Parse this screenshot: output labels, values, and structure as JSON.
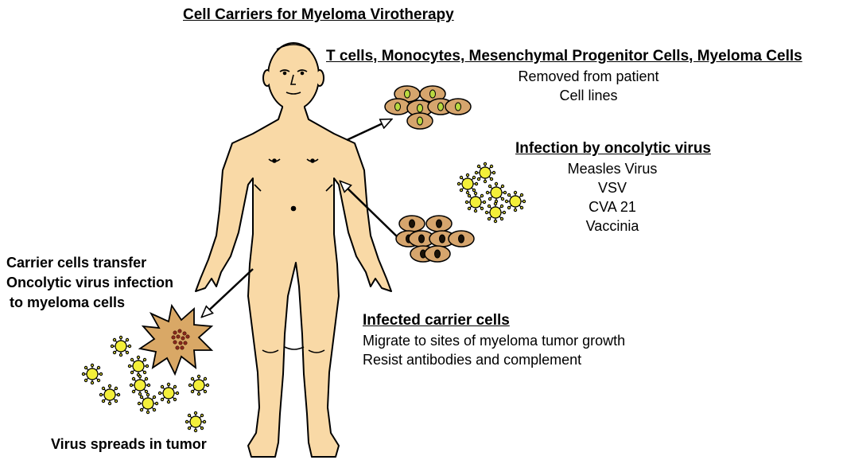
{
  "title": "Cell Carriers for Myeloma Virotherapy",
  "carrier_types": {
    "heading": "T cells, Monocytes, Mesenchymal Progenitor Cells, Myeloma Cells",
    "lines": [
      "Removed from patient",
      "Cell lines"
    ]
  },
  "infection": {
    "heading": "Infection by oncolytic virus",
    "viruses": [
      "Measles Virus",
      "VSV",
      "CVA 21",
      "Vaccinia"
    ]
  },
  "infected_carriers": {
    "heading": "Infected carrier cells",
    "lines": [
      "Migrate to sites of myeloma tumor growth",
      "Resist antibodies and complement"
    ]
  },
  "transfer": {
    "lines": [
      "Carrier cells transfer",
      "Oncolytic virus infection",
      "to myeloma cells"
    ]
  },
  "spread": "Virus spreads in tumor",
  "colors": {
    "skin": "#f9d9a6",
    "cell_fill": "#d6a56d",
    "nucleus_green": "#b9d940",
    "nucleus_dark": "#1a1208",
    "virus": "#f3ef3a",
    "tumor": "#d9a866"
  }
}
